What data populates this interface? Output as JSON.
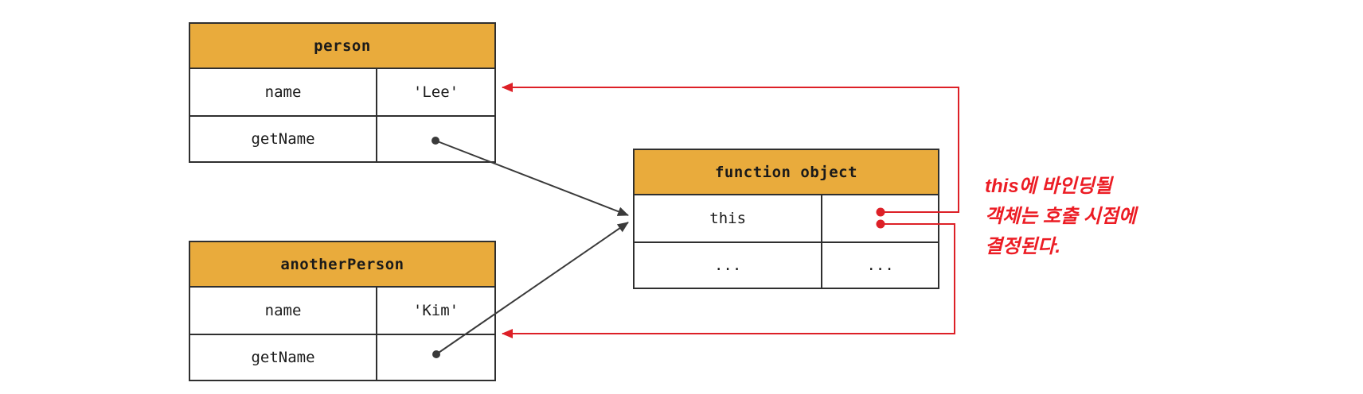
{
  "diagram": {
    "tables": {
      "person": {
        "title": "person",
        "rows": [
          {
            "key": "name",
            "value": "'Lee'"
          },
          {
            "key": "getName",
            "value": ""
          }
        ]
      },
      "another_person": {
        "title": "anotherPerson",
        "rows": [
          {
            "key": "name",
            "value": "'Kim'"
          },
          {
            "key": "getName",
            "value": ""
          }
        ]
      },
      "function_object": {
        "title": "function object",
        "rows": [
          {
            "key": "this",
            "value": ""
          },
          {
            "key": "...",
            "value": "..."
          }
        ]
      }
    },
    "annotation": {
      "line1": "this에 바인딩될",
      "line2": "객체는 호출 시점에",
      "line3": "결정된다."
    },
    "connectors": {
      "black_arrows": [
        "person.getName-to-function-object",
        "anotherPerson.getName-to-function-object"
      ],
      "red_arrows": [
        "this-binding-to-person",
        "this-binding-to-anotherPerson"
      ]
    },
    "colors": {
      "header_bg": "#e9ab3c",
      "border": "#2f2f2f",
      "arrow_black": "#3a3a3a",
      "arrow_red": "#dd2027",
      "annotation_red": "#ec1c24"
    }
  }
}
